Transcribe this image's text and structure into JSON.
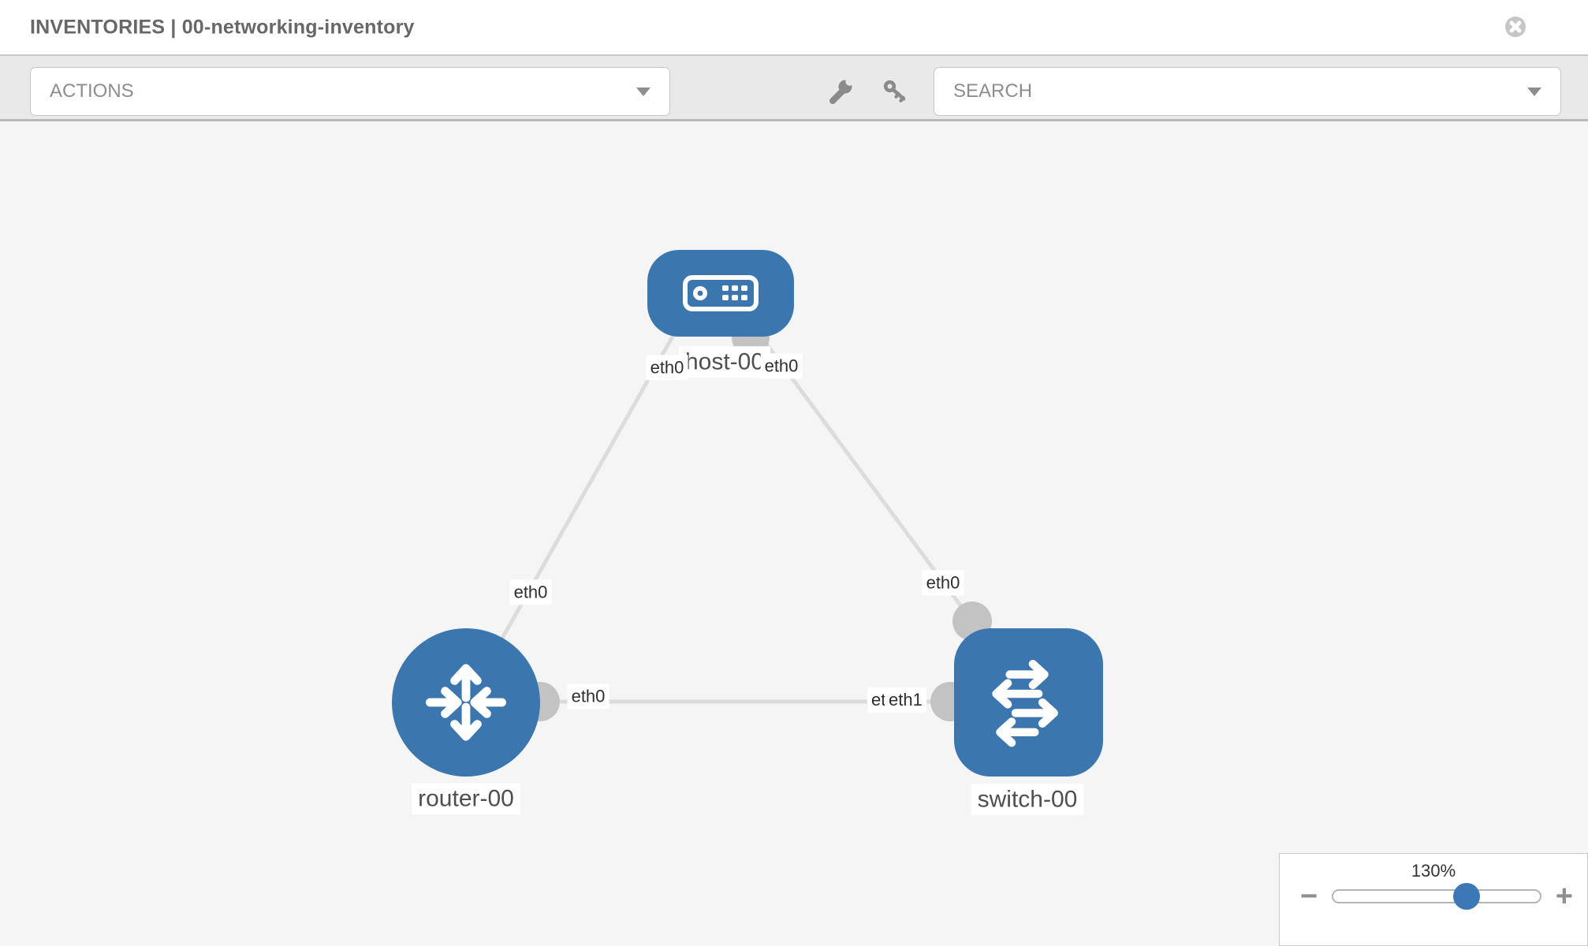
{
  "header": {
    "title": "INVENTORIES | 00-networking-inventory"
  },
  "toolbar": {
    "actions_label": "ACTIONS",
    "search_label": "SEARCH"
  },
  "icons": {
    "close": "times-circle-icon",
    "wrench": "wrench-icon",
    "key": "key-icon",
    "actions_caret": "chevron-down-icon",
    "search_caret": "chevron-down-icon",
    "host": "host-server-icon",
    "router": "router-arrows-icon",
    "switch": "switch-arrows-icon"
  },
  "topology": {
    "nodes": [
      {
        "label": "host-00",
        "type": "host"
      },
      {
        "label": "router-00",
        "type": "router"
      },
      {
        "label": "switch-00",
        "type": "switch"
      }
    ],
    "interfaces": [
      {
        "owner": "host-00",
        "label": "eth0"
      },
      {
        "owner": "host-00",
        "label": "eth0"
      },
      {
        "owner": "router-00",
        "label": "eth0"
      },
      {
        "owner": "switch-00",
        "label": "eth0"
      },
      {
        "owner": "router-00",
        "label": "eth0"
      },
      {
        "owner": "switch-00",
        "label": "eth0"
      },
      {
        "owner": "switch-00",
        "label": "eth1"
      }
    ],
    "links": [
      {
        "source": "host-00",
        "target": "router-00"
      },
      {
        "source": "host-00",
        "target": "switch-00"
      },
      {
        "source": "router-00",
        "target": "switch-00"
      }
    ]
  },
  "zoom_control": {
    "value_label": "130%",
    "percent": 130,
    "minus_label": "−",
    "plus_label": "+"
  },
  "colors": {
    "node_blue": "#3b76af",
    "link_gray": "#dcdcdc",
    "connector_gray": "#c3c3c3",
    "toolbar_bg": "#e9e9e9",
    "canvas_bg": "#f5f5f5"
  }
}
